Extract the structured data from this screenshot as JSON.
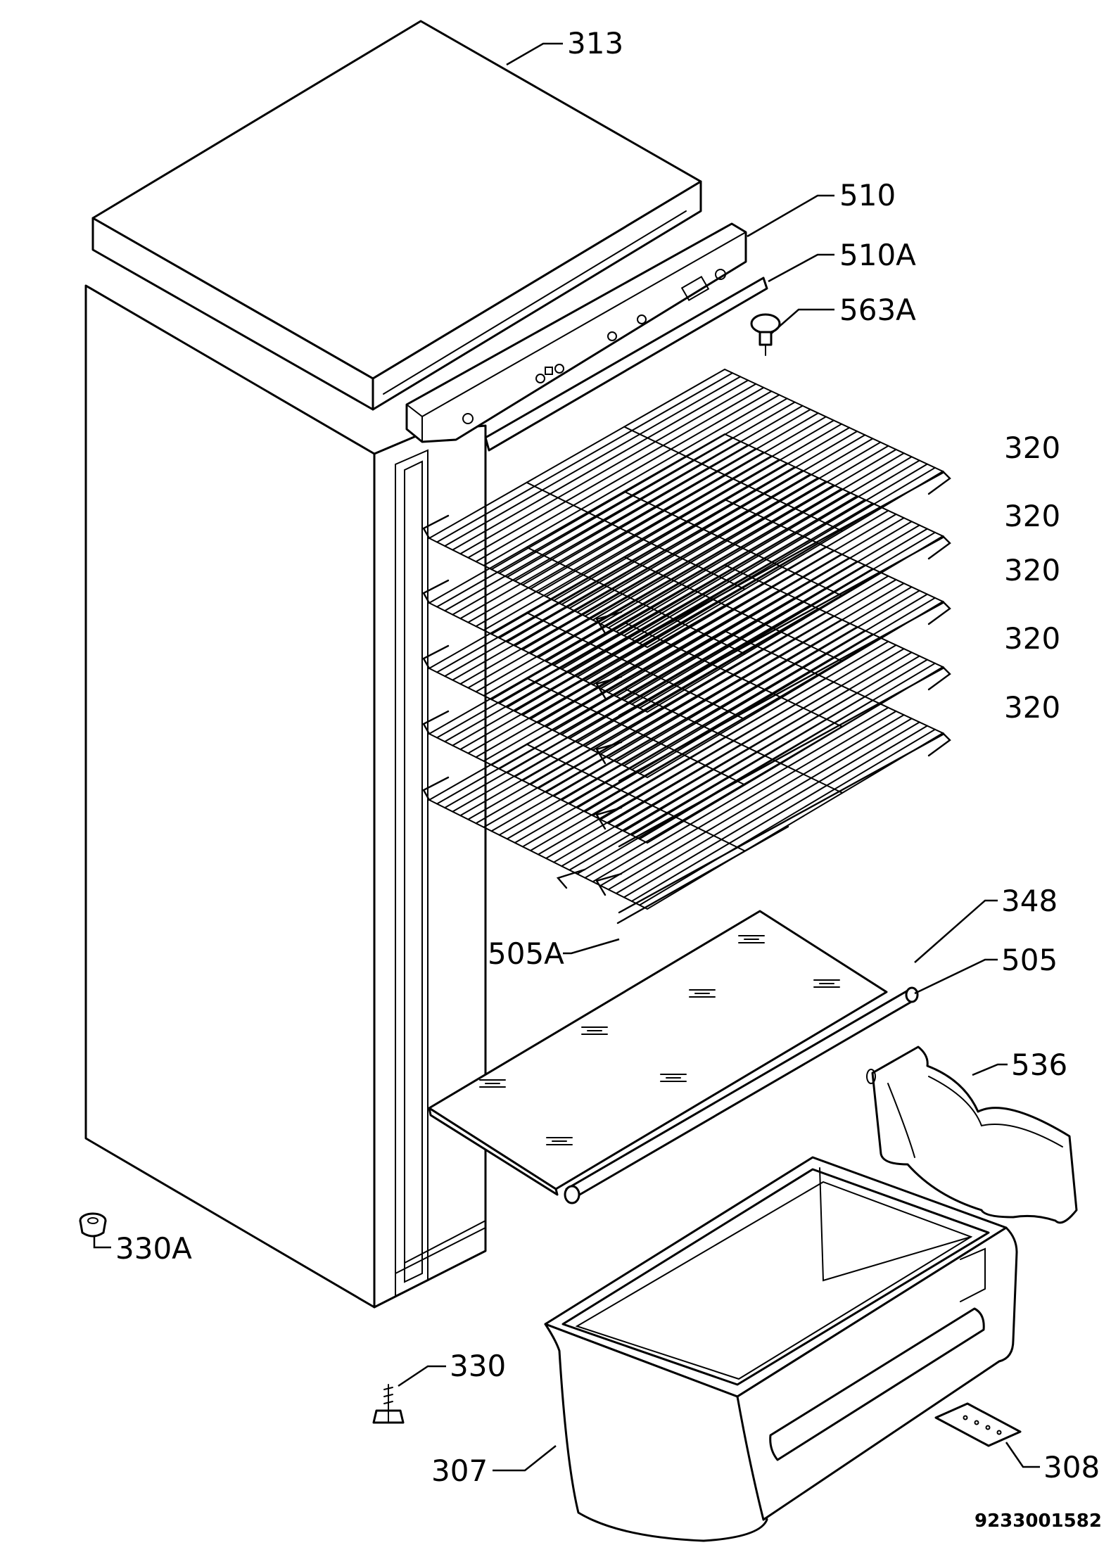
{
  "callouts": [
    {
      "id": "313",
      "text": "313"
    },
    {
      "id": "510",
      "text": "510"
    },
    {
      "id": "510A",
      "text": "510A"
    },
    {
      "id": "563A",
      "text": "563A"
    },
    {
      "id": "320a",
      "text": "320"
    },
    {
      "id": "320b",
      "text": "320"
    },
    {
      "id": "320c",
      "text": "320"
    },
    {
      "id": "320d",
      "text": "320"
    },
    {
      "id": "320e",
      "text": "320"
    },
    {
      "id": "348",
      "text": "348"
    },
    {
      "id": "505A",
      "text": "505A"
    },
    {
      "id": "505",
      "text": "505"
    },
    {
      "id": "536",
      "text": "536"
    },
    {
      "id": "330A",
      "text": "330A"
    },
    {
      "id": "330",
      "text": "330"
    },
    {
      "id": "307",
      "text": "307"
    },
    {
      "id": "308",
      "text": "308"
    }
  ],
  "drawing_number": "9233001582"
}
